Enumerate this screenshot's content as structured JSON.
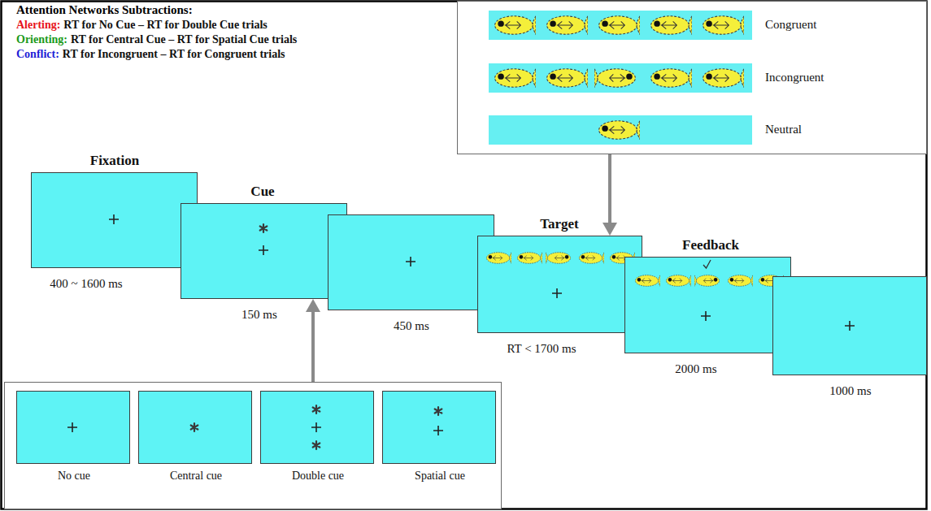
{
  "diagram": {
    "nodes": [
      {
        "text": [
          "Congruent",
          "Incongruent",
          "Neutral"
        ]
      },
      {
        "text": [
          "Fixation",
          "400 ~ 1600 ms"
        ]
      },
      {
        "text": [
          "Cue",
          "150 ms"
        ]
      },
      {
        "text": [
          "450 ms"
        ]
      },
      {
        "text": [
          "Target",
          "RT < 1700 ms"
        ]
      },
      {
        "text": [
          "Feedback",
          "2000 ms"
        ]
      },
      {
        "text": [
          "1000 ms"
        ]
      },
      {
        "text": []
      },
      {
        "text": [
          "No cue"
        ],
        "in": 7
      },
      {
        "text": [
          "Central cue"
        ],
        "in": 7
      },
      {
        "text": [
          "Double cue"
        ],
        "in": 7
      },
      {
        "text": [
          "Spatial cue"
        ],
        "in": 7
      }
    ],
    "edges": [
      {
        "from": 0,
        "to": 4,
        "arrow": "to"
      },
      {
        "from": 7,
        "to": 2,
        "arrow": "to"
      }
    ],
    "labels": [
      "Attention Networks Subtractions:",
      "Alerting:",
      "RT for No Cue – RT for Double Cue trials",
      "Orienting:",
      "RT for Central Cue – RT for Spatial Cue trials",
      "Conflict:",
      "RT for Incongruent – RT for Congruent trials"
    ]
  }
}
